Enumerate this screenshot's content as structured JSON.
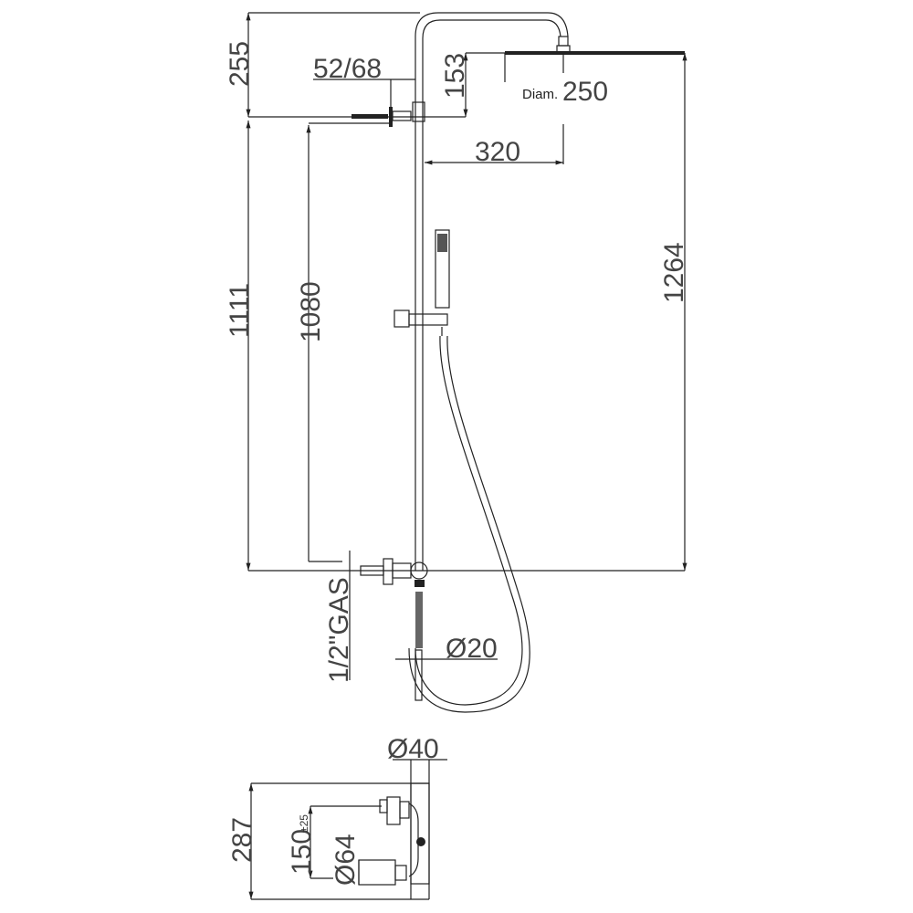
{
  "dimensions": {
    "top_height": "255",
    "arm_offset": "52/68",
    "head_drop": "153",
    "head_diameter_label": "Diam.",
    "head_diameter": "250",
    "arm_reach": "320",
    "column_height": "1111",
    "outlet_height": "1080",
    "total_height": "1264",
    "inlet_thread": "1/2\"GAS",
    "hose_diameter": "Ø20",
    "mixer_diameter": "Ø40",
    "mixer_height": "287",
    "inlet_spacing": "150",
    "inlet_spacing_tolerance": "±25",
    "handle_diameter": "Ø64"
  }
}
